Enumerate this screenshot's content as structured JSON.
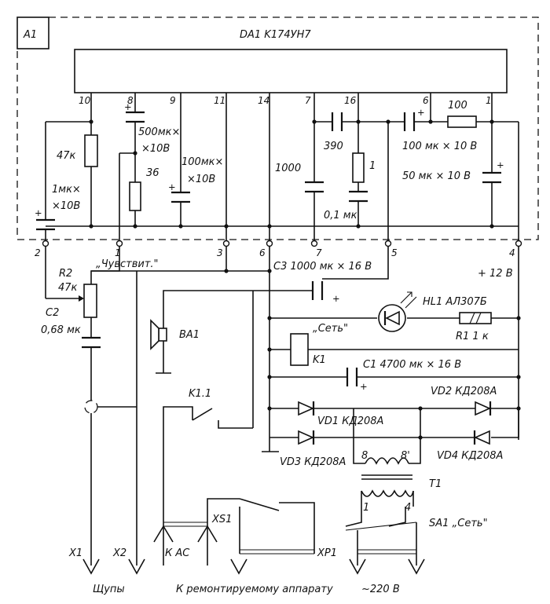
{
  "block": {
    "id": "A1",
    "chip": "DA1  K174УН7"
  },
  "pins": {
    "p10": "10",
    "p8": "8",
    "p9": "9",
    "p11": "11",
    "p14": "14",
    "p7": "7",
    "p16": "16",
    "p6": "6",
    "p1": "1"
  },
  "nodes": {
    "n2": "2",
    "n1": "1",
    "n3": "3",
    "n6": "6",
    "n7": "7",
    "n5": "5",
    "n4": "4"
  },
  "components": {
    "r47k": "47к",
    "c1mk": "1мк×",
    "c1mk_v": "×10В",
    "c500_a": "500мк×",
    "c500_b": "×10В",
    "r36": "36",
    "c100_a": "100мк×",
    "c100_b": "×10В",
    "c1000": "1000",
    "c390": "390",
    "r1": "1",
    "c01": "0,1 мк",
    "c100x10": "100 мк × 10 В",
    "r100": "100",
    "c50": "50 мк × 10 В",
    "c2": "C2",
    "r2": "R2",
    "r2_val": "47к",
    "c2_val": "0,68 мк",
    "sens": "„Чувствит.\"",
    "c3": "C3  1000 мк × 16 В",
    "plus12": "+ 12 В",
    "hl1": "HL1  АЛ307Б",
    "set": "„Сеть\"",
    "r1k": "R1  1 к",
    "ba1": "BA1",
    "k1": "K1",
    "c1": "C1   4700 мк × 16 В",
    "vd2": "VD2  КД208А",
    "k11": "K1.1",
    "vd1": "VD1  КД208А",
    "vd3": "VD3  КД208А",
    "vd4": "VD4  КД208А",
    "t_8": "8",
    "t_8p": "8'",
    "t1": "T1",
    "t_1": "1",
    "t_4": "4",
    "sa1": "SA1 „Сеть\"",
    "xs1": "XS1",
    "xp1": "XP1",
    "x1": "X1",
    "x2": "X2",
    "kac": "К  АС"
  },
  "bottom": {
    "probes": "Щупы",
    "to_device": "К ремонтируемому аппарату",
    "mains": "~220 В"
  }
}
